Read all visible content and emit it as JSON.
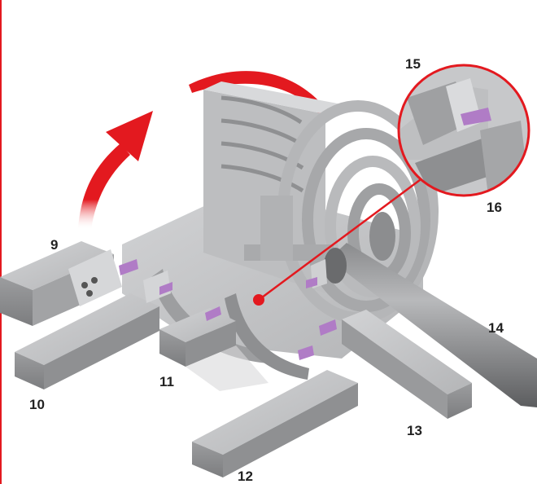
{
  "diagram": {
    "callouts": [
      "9",
      "10",
      "11",
      "12",
      "13",
      "14",
      "15",
      "16"
    ]
  },
  "colors": {
    "accent_red": "#e3191f",
    "insert_purple": "#b07cc6",
    "steel_light": "#c4c5c7",
    "steel_mid": "#a3a4a6",
    "steel_dark": "#6f7072"
  }
}
